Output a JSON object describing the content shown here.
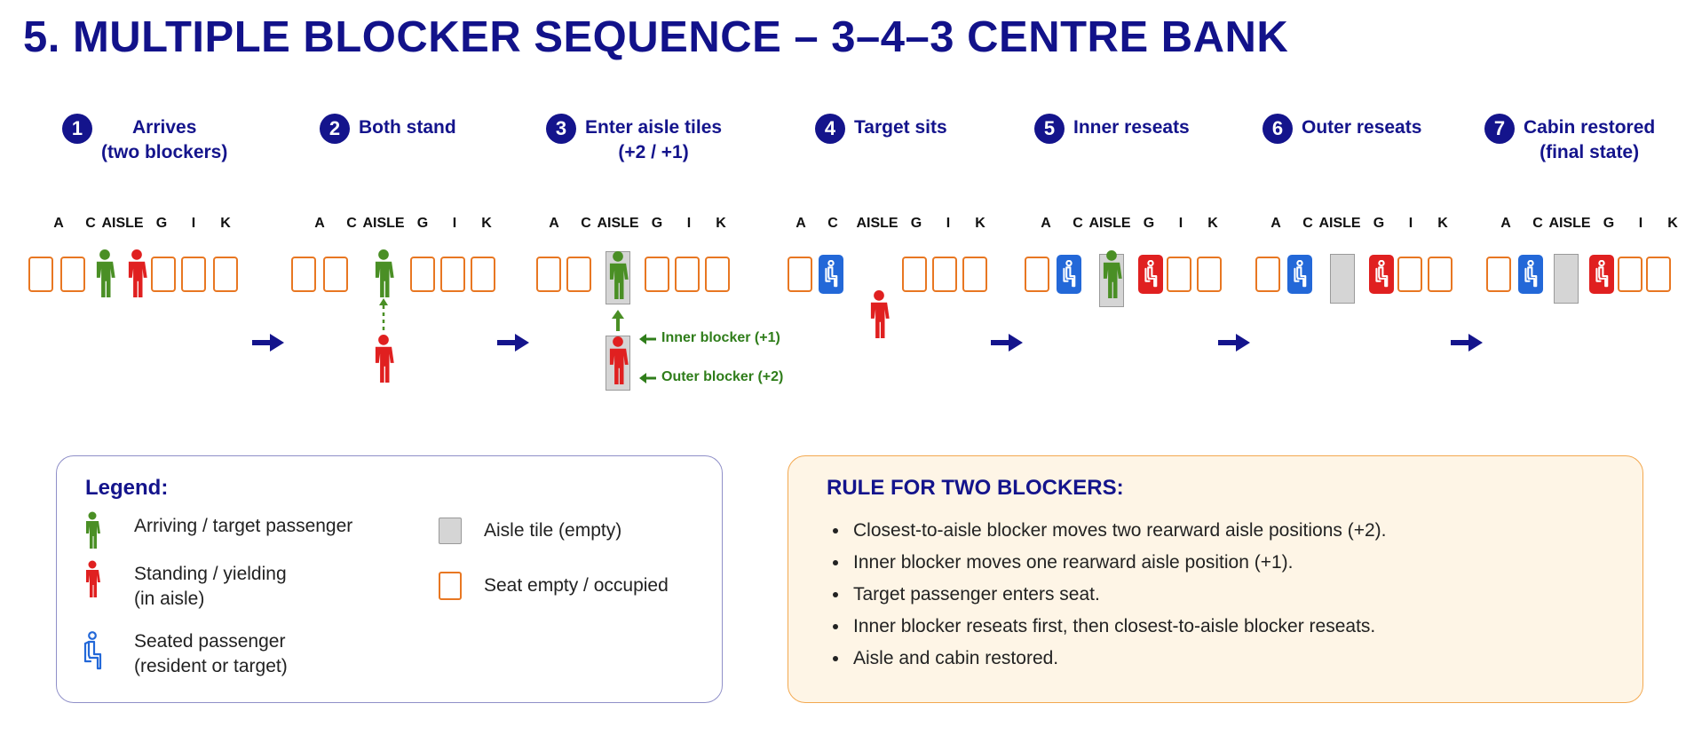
{
  "title": "5. MULTIPLE BLOCKER SEQUENCE – 3–4–3 CENTRE BANK",
  "seat_labels": [
    "A",
    "C",
    "AISLE",
    "G",
    "I",
    "K"
  ],
  "colors": {
    "navy": "#14148c",
    "seat_border": "#e87722",
    "target_green": "#4a8f25",
    "blocker_red": "#e02020",
    "seated_blue": "#2368d8",
    "aisle_tile": "#d5d5d5",
    "annotation_green": "#2f7d1a"
  },
  "steps": [
    {
      "num": "1",
      "title_lines": [
        "Arrives",
        "(two blockers)"
      ]
    },
    {
      "num": "2",
      "title_lines": [
        "Both stand"
      ]
    },
    {
      "num": "3",
      "title_lines": [
        "Enter aisle tiles",
        "(+2 / +1)"
      ]
    },
    {
      "num": "4",
      "title_lines": [
        "Target sits"
      ]
    },
    {
      "num": "5",
      "title_lines": [
        "Inner reseats"
      ]
    },
    {
      "num": "6",
      "title_lines": [
        "Outer reseats"
      ]
    },
    {
      "num": "7",
      "title_lines": [
        "Cabin restored",
        "(final state)"
      ]
    }
  ],
  "annotations": {
    "inner": "Inner blocker (+1)",
    "outer": "Outer blocker (+2)"
  },
  "legend": {
    "title": "Legend:",
    "items": [
      {
        "icon": "standing-person-green-icon",
        "lines": [
          "Arriving / target passenger"
        ]
      },
      {
        "icon": "standing-person-red-icon",
        "lines": [
          "Standing / yielding",
          "(in aisle)"
        ]
      },
      {
        "icon": "seated-passenger-outline-icon",
        "lines": [
          "Seated passenger",
          "(resident or target)"
        ]
      },
      {
        "icon": "aisle-tile-icon",
        "lines": [
          "Aisle tile (empty)"
        ]
      },
      {
        "icon": "seat-outline-icon",
        "lines": [
          "Seat empty / occupied"
        ]
      }
    ]
  },
  "rule": {
    "title": "RULE FOR TWO BLOCKERS:",
    "items": [
      "Closest-to-aisle blocker moves two rearward aisle positions (+2).",
      "Inner blocker moves one rearward aisle position (+1).",
      "Target passenger enters seat.",
      "Inner blocker reseats first, then closest-to-aisle blocker reseats.",
      "Aisle and cabin restored."
    ]
  }
}
